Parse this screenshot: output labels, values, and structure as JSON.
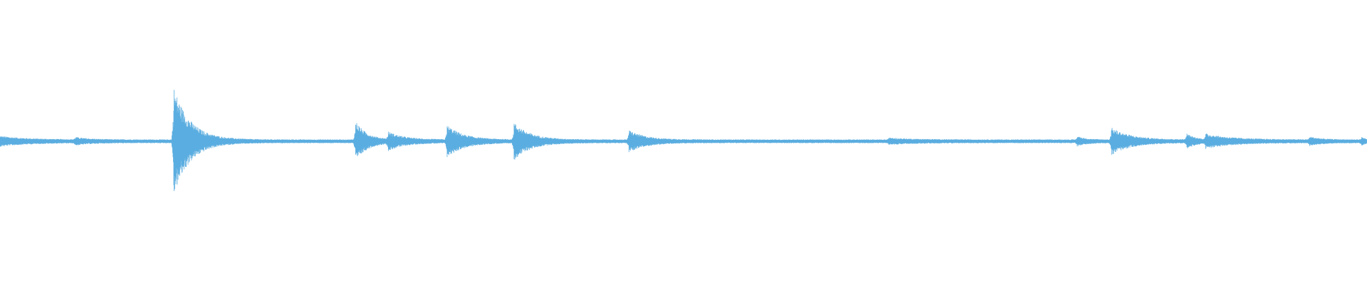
{
  "waveform": {
    "color": "#5aade0",
    "baseline_amplitude": 0.012,
    "events": [
      {
        "time": 0.0,
        "peak": 0.03,
        "decay": 0.02
      },
      {
        "time": 0.055,
        "peak": 0.02,
        "decay": 0.01
      },
      {
        "time": 0.127,
        "peak": 0.44,
        "decay": 0.012
      },
      {
        "time": 0.26,
        "peak": 0.16,
        "decay": 0.008
      },
      {
        "time": 0.284,
        "peak": 0.06,
        "decay": 0.012
      },
      {
        "time": 0.327,
        "peak": 0.12,
        "decay": 0.012
      },
      {
        "time": 0.376,
        "peak": 0.14,
        "decay": 0.012
      },
      {
        "time": 0.46,
        "peak": 0.08,
        "decay": 0.012
      },
      {
        "time": 0.65,
        "peak": 0.015,
        "decay": 0.02
      },
      {
        "time": 0.788,
        "peak": 0.03,
        "decay": 0.006
      },
      {
        "time": 0.813,
        "peak": 0.1,
        "decay": 0.014
      },
      {
        "time": 0.868,
        "peak": 0.05,
        "decay": 0.006
      },
      {
        "time": 0.882,
        "peak": 0.045,
        "decay": 0.02
      },
      {
        "time": 0.958,
        "peak": 0.025,
        "decay": 0.008
      },
      {
        "time": 0.996,
        "peak": 0.02,
        "decay": 0.004
      }
    ]
  }
}
